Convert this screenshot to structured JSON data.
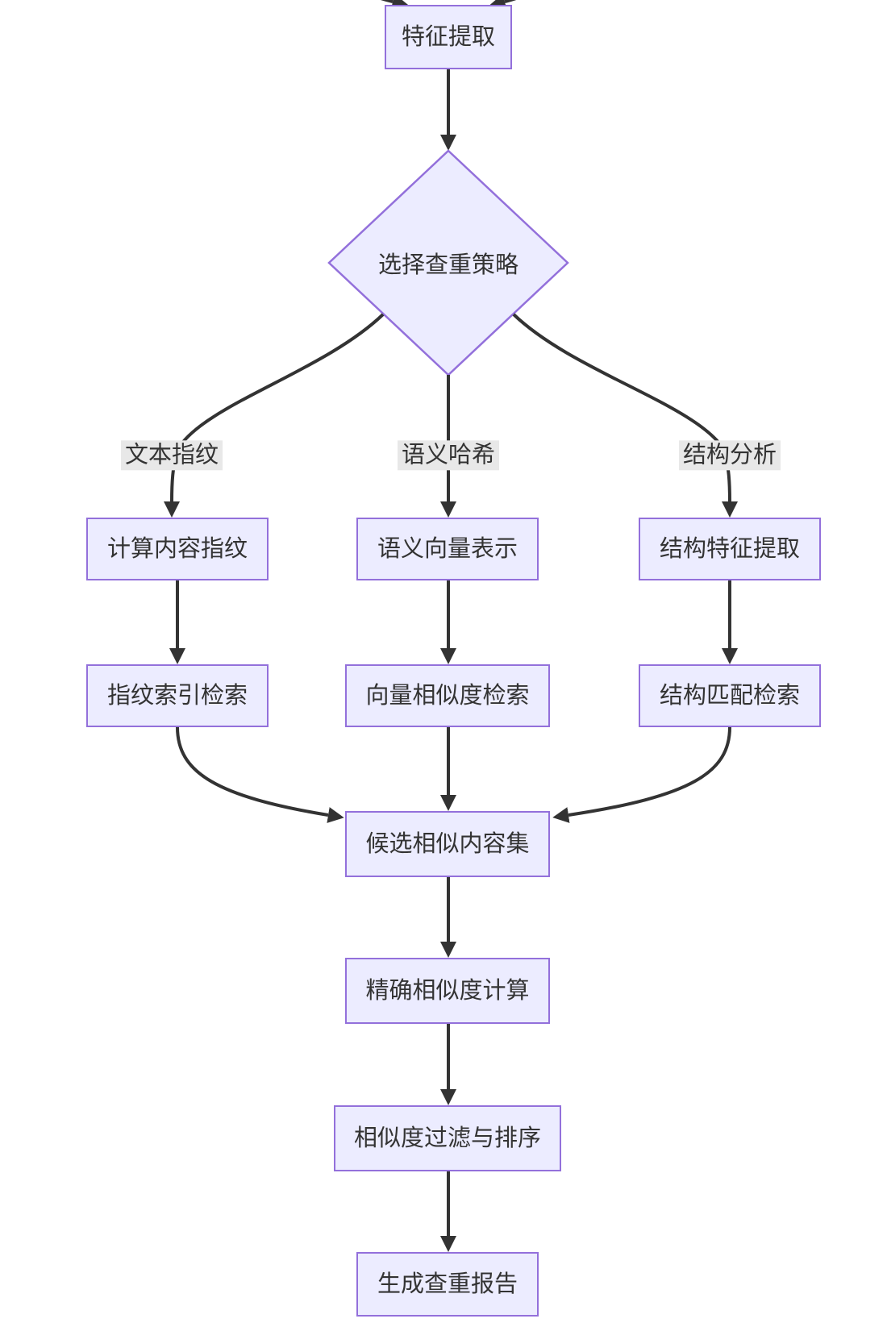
{
  "diagram": {
    "nodes": {
      "feature_extraction": "特征提取",
      "choose_strategy": "选择查重策略",
      "compute_fingerprint": "计算内容指纹",
      "semantic_vector": "语义向量表示",
      "structure_feature": "结构特征提取",
      "fingerprint_index": "指纹索引检索",
      "vector_similarity": "向量相似度检索",
      "structure_match": "结构匹配检索",
      "candidate_set": "候选相似内容集",
      "precise_calc": "精确相似度计算",
      "filter_sort": "相似度过滤与排序",
      "generate_report": "生成查重报告"
    },
    "edge_labels": {
      "text_fingerprint": "文本指纹",
      "semantic_hash": "语义哈希",
      "structure_analysis": "结构分析"
    },
    "colors": {
      "node_fill": "#ECECFF",
      "node_border": "#9370DB",
      "edge": "#333333",
      "text": "#333333",
      "edge_label_bg": "#e8e8e8",
      "background": "#ffffff"
    }
  }
}
